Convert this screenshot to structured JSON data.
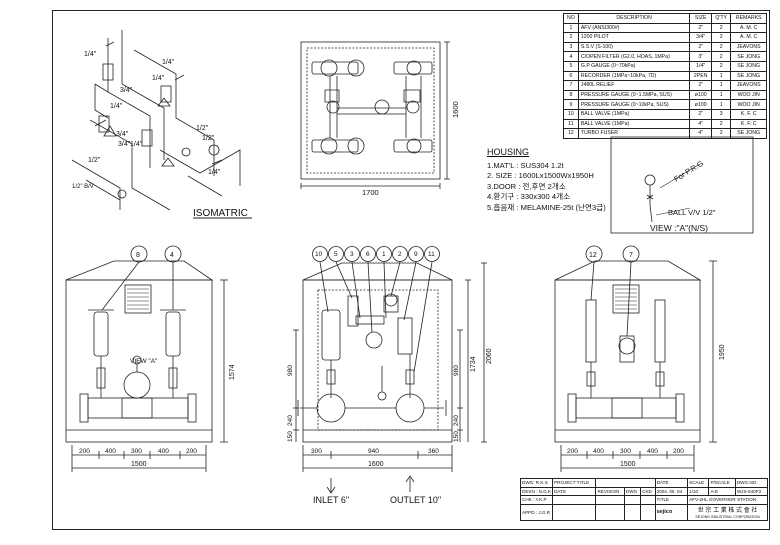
{
  "parts_table": {
    "headers": [
      "NO",
      "DESCRIPTION",
      "SIZE",
      "Q'TY",
      "REMARKS"
    ],
    "rows": [
      [
        "1",
        "AFV (ANSI300#)",
        "2\"",
        "2",
        "A. M. C"
      ],
      [
        "2",
        "1200 PILOT",
        "3/4\"",
        "2",
        "A. M. C"
      ],
      [
        "3",
        "S.S.V (S-100)",
        "2\"",
        "2",
        "JEAVONS"
      ],
      [
        "4",
        "C/OPEN FILTER (G2.0, HOAS, 1MPa)",
        "3\"",
        "2",
        "SE JONG"
      ],
      [
        "5",
        "G.P GAUGE (0~70kPa)",
        "1/4\"",
        "2",
        "SE JONG"
      ],
      [
        "6",
        "RECORDER (1MPa~10kPa, 7D)",
        "2PEN",
        "1",
        "SE JONG"
      ],
      [
        "7",
        "J480L RELIEF",
        "2\"",
        "1",
        "JEAVONS"
      ],
      [
        "8",
        "PRESSURE GAUGE (0~1.5MPa, SUS)",
        "ø100",
        "1",
        "WOO JIN"
      ],
      [
        "9",
        "PRESSURE GAUGE (0~10kPa, SUS)",
        "ø100",
        "1",
        "WOO JIN"
      ],
      [
        "10",
        "BALL VALVE (1MPa)",
        "2\"",
        "3",
        "K. F. C"
      ],
      [
        "11",
        "BALL VALVE (1MPa)",
        "4\"",
        "2",
        "K. F. C"
      ],
      [
        "12",
        "TURBO FUSER",
        "4\"",
        "2",
        "SE JONG"
      ]
    ]
  },
  "housing": {
    "title": "HOUSING",
    "lines": [
      "1.MAT'L : SUS304 1.2t",
      "2. SIZE : 1600Lx1500Wx1950H",
      "3.DOOR : 전,후면 2개소",
      "4.환기구 : 330x300 4개소",
      "5.흡음재 : MELAMINE-25t (난연3급)"
    ]
  },
  "isometric": {
    "title": "ISOMATRIC",
    "dims": [
      "1/4\"",
      "1/4\"",
      "1/4\"",
      "3/4\"",
      "1/4\"",
      "1/2\"",
      "1/2\"",
      "3/4\"",
      "3/4\"",
      "1/4\"",
      "1/2\"",
      "1/4\"",
      "1/2\" B/V"
    ]
  },
  "plan_view": {
    "width_label": "1700",
    "height_label": "1600"
  },
  "view_a": {
    "label1": "For P.R.G",
    "label2": "BALL V/V 1/2\"",
    "title": "VIEW :\"A\"(N/S)"
  },
  "left_elev": {
    "balloons": [
      "8",
      "4"
    ],
    "view_label": "VIEW \"A\"",
    "dims_bottom": [
      "200",
      "400",
      "300",
      "400",
      "200"
    ],
    "total": "1500",
    "height": "1574"
  },
  "mid_elev": {
    "balloons": [
      "10",
      "5",
      "3",
      "6",
      "1",
      "2",
      "9",
      "11"
    ],
    "dims_bottom": [
      "300",
      "940",
      "360"
    ],
    "total": "1600",
    "left_heights": [
      "980",
      "240",
      "150"
    ],
    "right_heights": [
      "980",
      "240",
      "150"
    ],
    "h1": "1734",
    "h2": "2060",
    "inlet": "INLET 6\"",
    "outlet": "OUTLET 10\""
  },
  "right_elev": {
    "balloons": [
      "12",
      "7"
    ],
    "dims_bottom": [
      "200",
      "400",
      "300",
      "400",
      "200"
    ],
    "total": "1500",
    "height": "1950"
  },
  "title_block": {
    "project": "PROJECT TITLE",
    "rev_headers": [
      "DATE",
      "REVISION",
      "DWG",
      "CKD",
      "CHK"
    ],
    "date_h": "DATE",
    "scale_h": "SCALE",
    "pscale_h": "P/SCALE",
    "dwgno_h": "DWG.NO.",
    "date": "2004. 05. 04",
    "scale": "1/10",
    "pscale": "A-E",
    "dwgno": "WJS-040F3",
    "title_h": "TITLE",
    "title": "AFV-2HL GOVERNOR STATION",
    "roles": [
      "DWG: R.K.S",
      "DESN : N.G.K",
      "CHK : Y.K.P",
      "APPD : J.G.R"
    ],
    "company": "世 宗 工 業 株 式 會 社",
    "company_en": "SEJONG INDUSTRIAL CORPORATION",
    "logo": "sejico"
  }
}
